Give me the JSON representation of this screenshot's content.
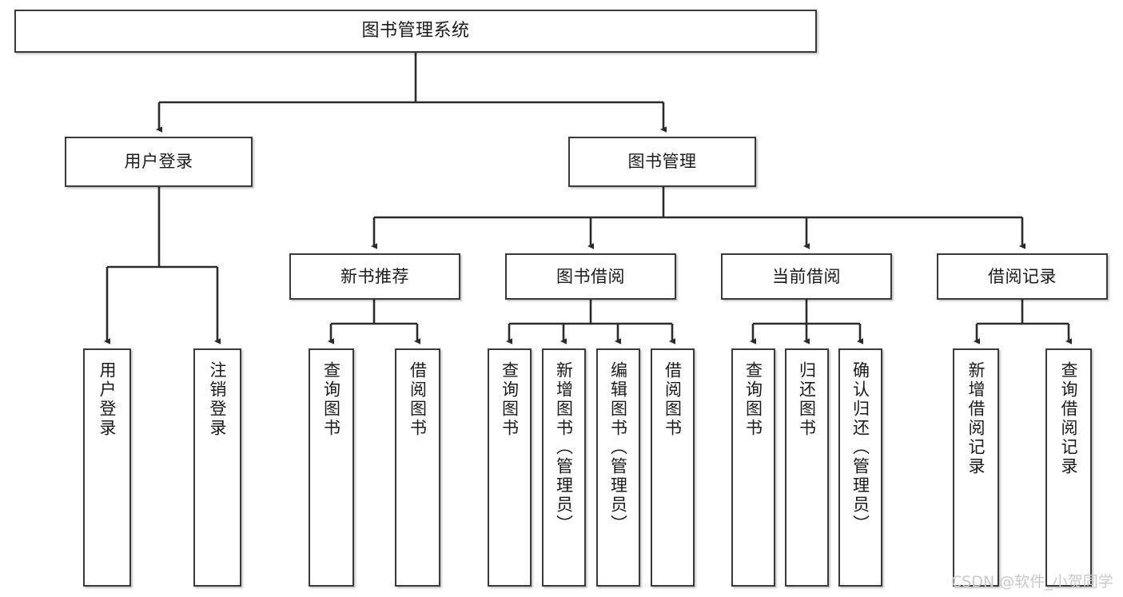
{
  "diagram": {
    "title": "图书管理系统",
    "type": "tree-hierarchy-chart",
    "watermark": "CSDN @软件_小贺同学",
    "colors": {
      "box_border": "#3a3a3a",
      "box_fill": "#ffffff",
      "connector": "#2b2b2b",
      "text": "#1a1a1a",
      "watermark": "#c9c9c9",
      "background": "#ffffff"
    }
  },
  "nodes": {
    "root": {
      "label": "图书管理系统"
    },
    "level2": [
      {
        "label": "用户登录"
      },
      {
        "label": "图书管理"
      }
    ],
    "level3": [
      {
        "label": "新书推荐"
      },
      {
        "label": "图书借阅"
      },
      {
        "label": "当前借阅"
      },
      {
        "label": "借阅记录"
      }
    ],
    "leaves": {
      "user_login": [
        {
          "label": "用户登录"
        },
        {
          "label": "注销登录"
        }
      ],
      "new_book_recommend": [
        {
          "label": "查询图书"
        },
        {
          "label": "借阅图书"
        }
      ],
      "book_borrow": [
        {
          "label": "查询图书"
        },
        {
          "label": "新增图书（管理员）"
        },
        {
          "label": "编辑图书（管理员）"
        },
        {
          "label": "借阅图书"
        }
      ],
      "current_borrow": [
        {
          "label": "查询图书"
        },
        {
          "label": "归还图书"
        },
        {
          "label": "确认归还（管理员）"
        }
      ],
      "borrow_records": [
        {
          "label": "新增借阅记录"
        },
        {
          "label": "查询借阅记录"
        }
      ]
    }
  }
}
